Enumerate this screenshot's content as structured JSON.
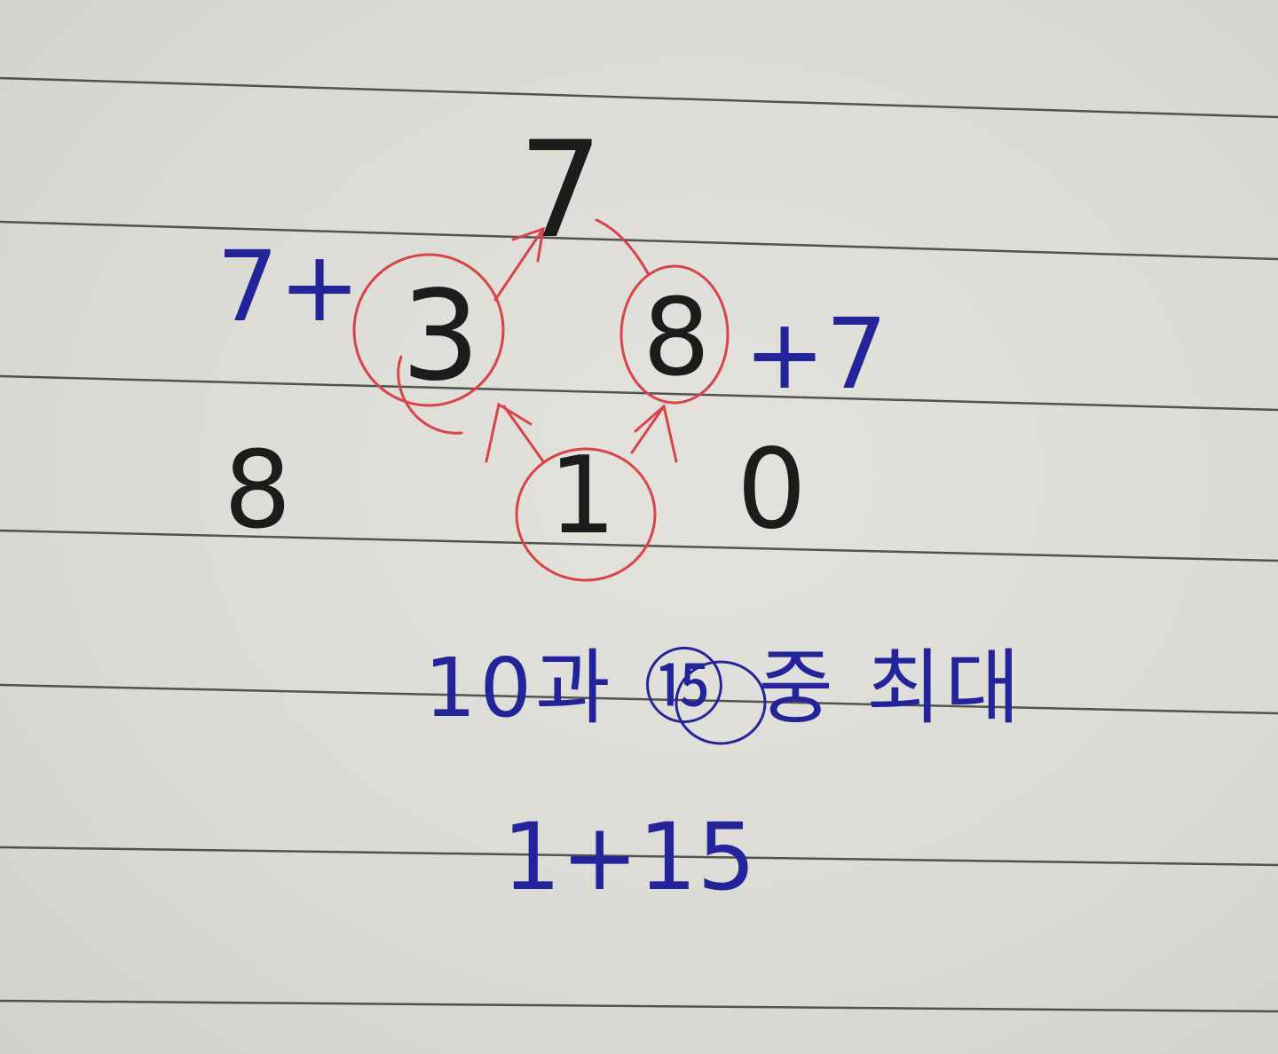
{
  "notebook": {
    "paper_color": "#dcdbd5",
    "rule_color": "#3a3a3a",
    "ink_black": "#1c1c1c",
    "ink_red": "#d9434a",
    "ink_blue": "#23239a"
  },
  "tree": {
    "root": "7",
    "left_child": "3",
    "right_child": "8",
    "bottom_child": "1",
    "bottom_left": "8",
    "bottom_right": "0"
  },
  "annotations": {
    "left_mark": "7+",
    "right_mark": "+7",
    "comparison": "10과 ⑮ 중 최대",
    "sum": "1+15"
  }
}
